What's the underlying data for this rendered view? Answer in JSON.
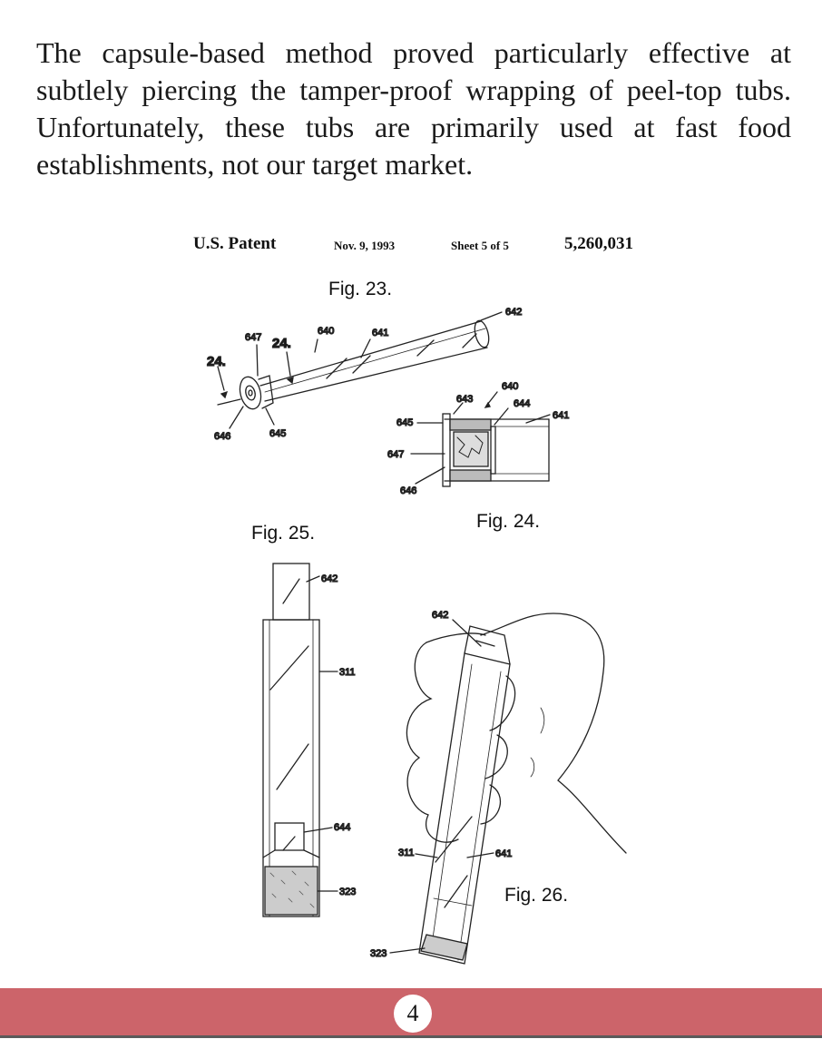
{
  "intro_text": "The capsule-based method proved particularly effective at subtlely piercing the tamper-proof wrapping of peel-top tubs. Unfortunately, these tubs are primarily used at fast food establishments, not our target market.",
  "patent": {
    "label": "U.S. Patent",
    "date": "Nov. 9, 1993",
    "sheet": "Sheet 5 of 5",
    "number": "5,260,031"
  },
  "figures": {
    "fig23": "Fig. 23.",
    "fig24": "Fig. 24.",
    "fig25": "Fig. 25.",
    "fig26": "Fig. 26."
  },
  "refs": {
    "r642": "642",
    "r641": "641",
    "r640": "640",
    "r647": "647",
    "r24": "24.",
    "r646": "646",
    "r645": "645",
    "r643": "643",
    "r644": "644",
    "r311": "311",
    "r323": "323"
  },
  "footer": {
    "page_number": "4"
  },
  "colors": {
    "footer_bar": "#cc646a",
    "footer_border": "#5a5a5a"
  }
}
